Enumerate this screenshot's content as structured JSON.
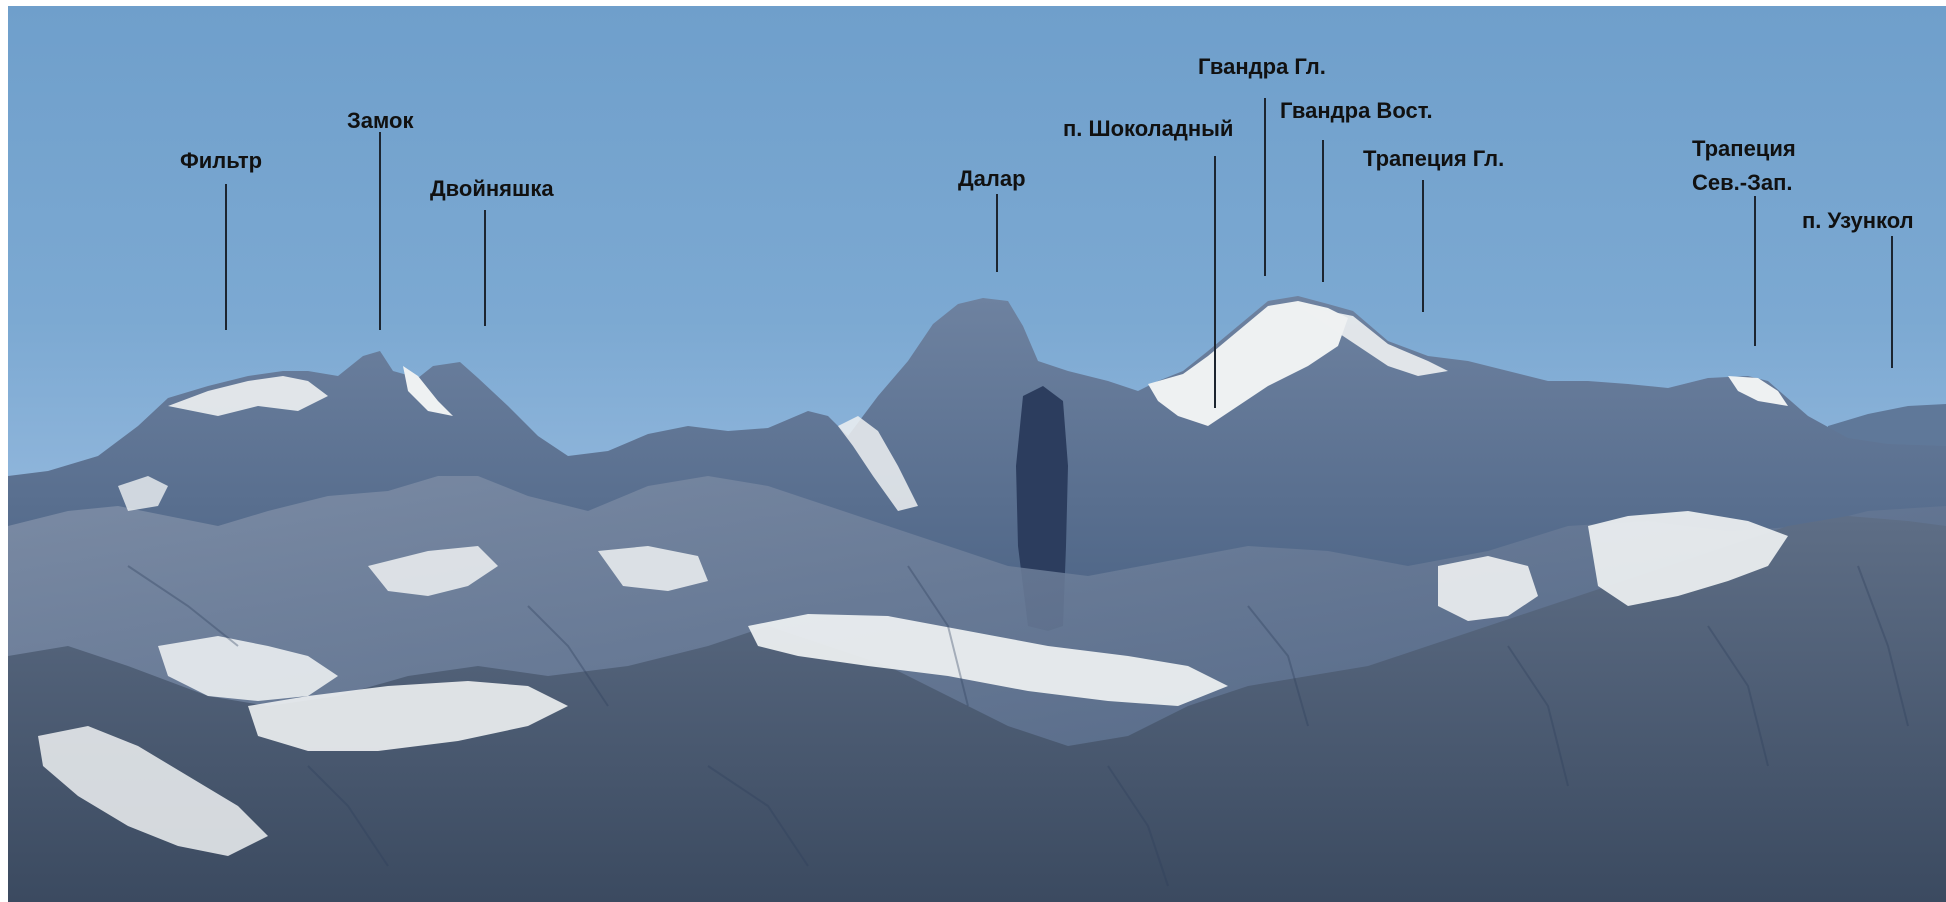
{
  "peaks": [
    {
      "id": "filtr",
      "text": "Фильтр"
    },
    {
      "id": "zamok",
      "text": "Замок"
    },
    {
      "id": "dvoynyashka",
      "text": "Двойняшка"
    },
    {
      "id": "dalar",
      "text": "Далар"
    },
    {
      "id": "shokoladny",
      "text": "п. Шоколадный"
    },
    {
      "id": "gvandra-gl",
      "text": "Гвандра Гл."
    },
    {
      "id": "gvandra-vost",
      "text": "Гвандра Вост."
    },
    {
      "id": "trapetsiya-gl",
      "text": "Трапеция Гл."
    },
    {
      "id": "trapetsiya-szap-1",
      "text": "Трапеция"
    },
    {
      "id": "trapetsiya-szap-2",
      "text": "Сев.-Зап."
    },
    {
      "id": "uzunkol",
      "text": "п. Узункол"
    }
  ],
  "colors": {
    "sky_top": "#6f9fcb",
    "sky_bottom": "#9bbfe0",
    "rock_dark": "#3d5575",
    "rock_mid": "#5b7190",
    "rock_light": "#8595ad",
    "snow": "#eef1f2",
    "label": "#111111"
  }
}
